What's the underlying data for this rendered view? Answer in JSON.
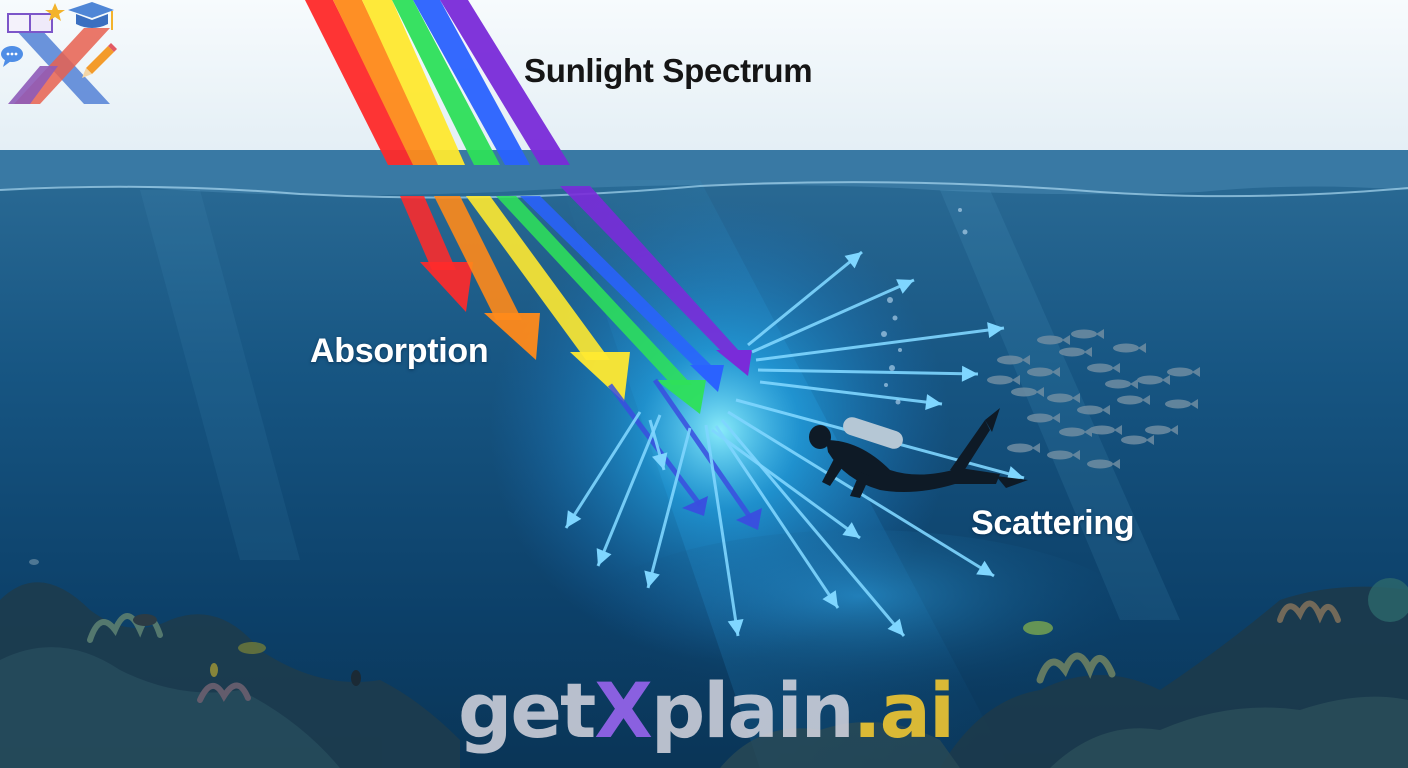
{
  "title": "Sunlight Spectrum",
  "labels": {
    "absorption": "Absorption",
    "scattering": "Scattering"
  },
  "watermark": {
    "part1": "get",
    "part2": "X",
    "part3": "plain",
    "part4": ".ai"
  },
  "icons": [
    "book-icon",
    "star-icon",
    "graduation-cap-icon",
    "chat-bubble-icon",
    "pencil-icon",
    "diver-icon",
    "fish-icon",
    "coral-icon"
  ],
  "colors": {
    "sky": "#eef5fa",
    "ocean_deep": "#0c3d63",
    "ocean_surface": "#2f6f98",
    "ray_red": "#ff2a2a",
    "ray_orange": "#ff8a1a",
    "ray_yellow": "#ffe930",
    "ray_green": "#2ee05a",
    "ray_blue": "#2a62ff",
    "ray_violet": "#7a2bd9",
    "scatter": "#7fd6ff"
  }
}
